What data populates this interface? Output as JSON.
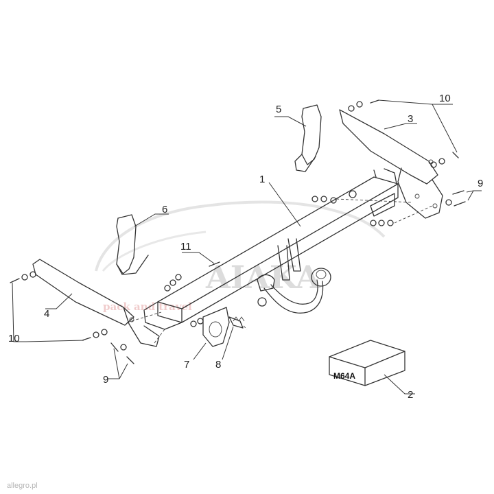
{
  "watermark": {
    "brand": "AIAKA",
    "tagline": "pack and travel"
  },
  "box_label": "M64A",
  "credit": "allegro.pl",
  "callouts": [
    "1",
    "2",
    "3",
    "4",
    "5",
    "6",
    "7",
    "8",
    "9",
    "9",
    "10",
    "10",
    "11"
  ]
}
